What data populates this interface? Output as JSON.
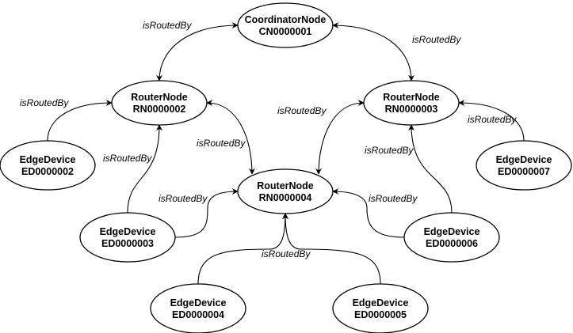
{
  "diagram": {
    "nodes": [
      {
        "key": "CN1",
        "type": "CoordinatorNode",
        "id": "CN0000001"
      },
      {
        "key": "RN2",
        "type": "RouterNode",
        "id": "RN0000002"
      },
      {
        "key": "RN3",
        "type": "RouterNode",
        "id": "RN0000003"
      },
      {
        "key": "RN4",
        "type": "RouterNode",
        "id": "RN0000004"
      },
      {
        "key": "ED2",
        "type": "EdgeDevice",
        "id": "ED0000002"
      },
      {
        "key": "ED3",
        "type": "EdgeDevice",
        "id": "ED0000003"
      },
      {
        "key": "ED4",
        "type": "EdgeDevice",
        "id": "ED0000004"
      },
      {
        "key": "ED5",
        "type": "EdgeDevice",
        "id": "ED0000005"
      },
      {
        "key": "ED6",
        "type": "EdgeDevice",
        "id": "ED0000006"
      },
      {
        "key": "ED7",
        "type": "EdgeDevice",
        "id": "ED0000007"
      }
    ],
    "edges": [
      {
        "from": "RN2",
        "to": "CN1",
        "label": "isRoutedBy",
        "bidirectional": true
      },
      {
        "from": "RN3",
        "to": "CN1",
        "label": "isRoutedBy",
        "bidirectional": true
      },
      {
        "from": "ED2",
        "to": "RN2",
        "label": "isRoutedBy",
        "bidirectional": false
      },
      {
        "from": "RN4",
        "to": "RN2",
        "label": "isRoutedBy",
        "bidirectional": true
      },
      {
        "from": "RN4",
        "to": "RN3",
        "label": "isRoutedBy",
        "bidirectional": true
      },
      {
        "from": "ED7",
        "to": "RN3",
        "label": "isRoutedBy",
        "bidirectional": false
      },
      {
        "from": "ED3",
        "to": "RN2",
        "label": "isRoutedBy",
        "bidirectional": false
      },
      {
        "from": "ED3",
        "to": "RN4",
        "label": "isRoutedBy",
        "bidirectional": false
      },
      {
        "from": "ED6",
        "to": "RN3",
        "label": "isRoutedBy",
        "bidirectional": false
      },
      {
        "from": "ED6",
        "to": "RN4",
        "label": "isRoutedBy",
        "bidirectional": false
      },
      {
        "from": "ED4",
        "to": "RN4",
        "label": "isRoutedBy",
        "bidirectional": false
      },
      {
        "from": "ED5",
        "to": "RN4",
        "label": "isRoutedBy",
        "bidirectional": false
      }
    ]
  }
}
